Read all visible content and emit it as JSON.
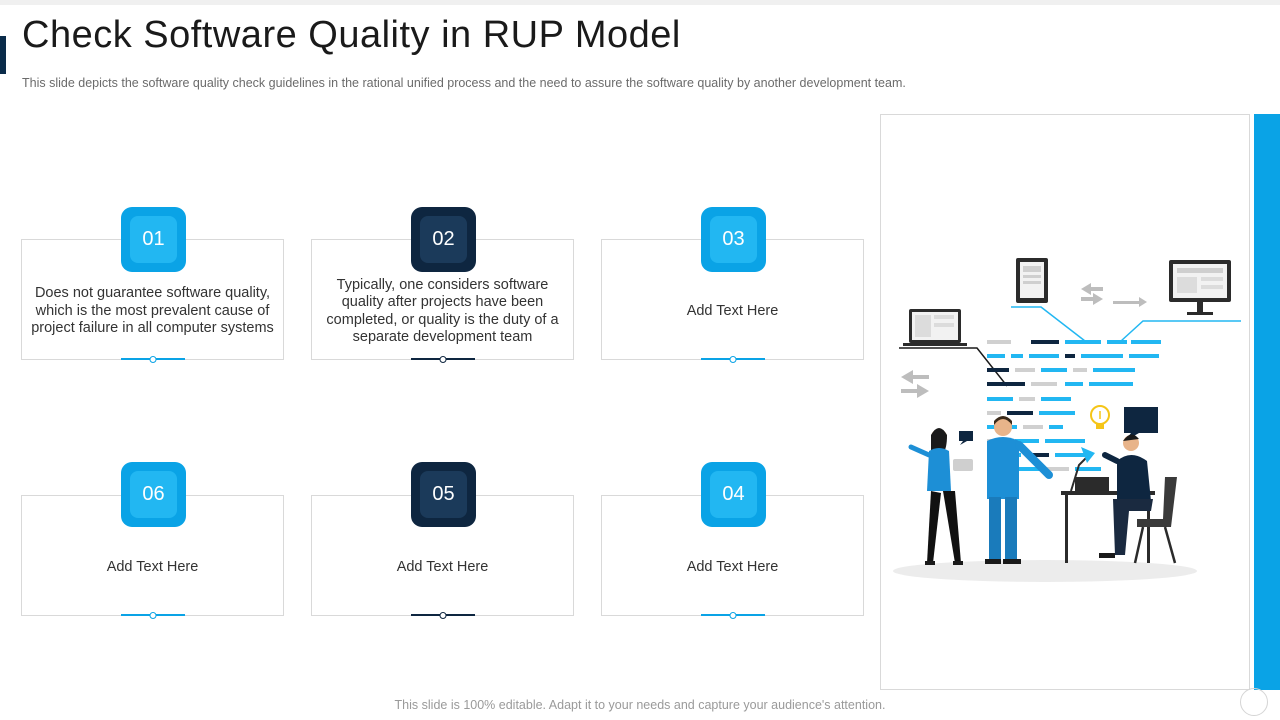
{
  "slide": {
    "title": "Check Software Quality in RUP Model",
    "subtitle": "This slide depicts the software quality check guidelines in the rational unified process and the need to assure the software quality by another development team.",
    "footer": "This slide is 100% editable. Adapt it to your needs and capture your audience's attention."
  },
  "colors": {
    "accent_blue": "#0aa3e6",
    "accent_navy": "#0e2640"
  },
  "steps": [
    {
      "number": "01",
      "text": "Does not guarantee software quality, which is the most prevalent cause of project failure in all computer systems",
      "color": "blue"
    },
    {
      "number": "02",
      "text": "Typically, one considers software quality after projects have been completed, or quality is the duty of a separate development team",
      "color": "navy"
    },
    {
      "number": "03",
      "text": "Add Text Here",
      "color": "blue"
    },
    {
      "number": "06",
      "text": "Add Text Here",
      "color": "blue"
    },
    {
      "number": "05",
      "text": "Add Text Here",
      "color": "navy"
    },
    {
      "number": "04",
      "text": "Add Text Here",
      "color": "blue"
    }
  ],
  "illustration": {
    "icons": [
      "tablet-icon",
      "monitor-icon",
      "laptop-icon",
      "arrows-icon",
      "lightbulb-icon",
      "speech-bubble-icon"
    ]
  }
}
